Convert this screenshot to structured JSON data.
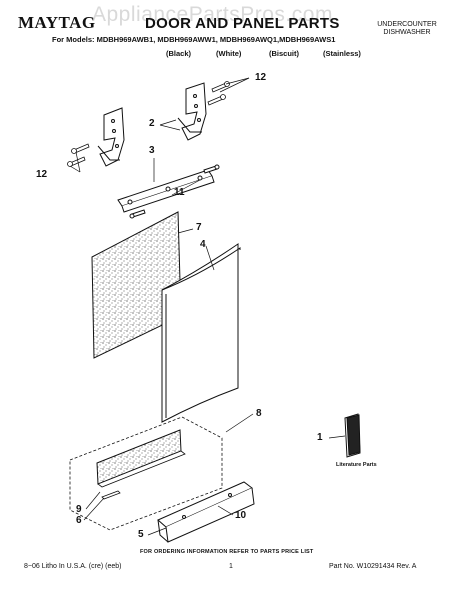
{
  "header": {
    "brand": "MAYTAG",
    "title": "DOOR AND PANEL PARTS",
    "category_line1": "UNDERCOUNTER",
    "category_line2": "DISHWASHER",
    "models_line": "For Models: MDBH969AWB1, MDBH969AWW1, MDBH969AWQ1,MDBH969AWS1",
    "variants": [
      "(Black)",
      "(White)",
      "(Biscuit)",
      "(Stainless)"
    ]
  },
  "watermark": "AppliancePartsPros.com",
  "callouts": [
    "1",
    "2",
    "3",
    "4",
    "5",
    "6",
    "7",
    "8",
    "9",
    "10",
    "11",
    "12",
    "12"
  ],
  "literature_label": "Literature Parts",
  "footer": {
    "note": "FOR ORDERING INFORMATION REFER TO PARTS PRICE LIST",
    "print_info": "8−06 Litho In U.S.A. (cre) (eeb)",
    "page": "1",
    "part_no": "Part No. W10291434 Rev. A"
  }
}
